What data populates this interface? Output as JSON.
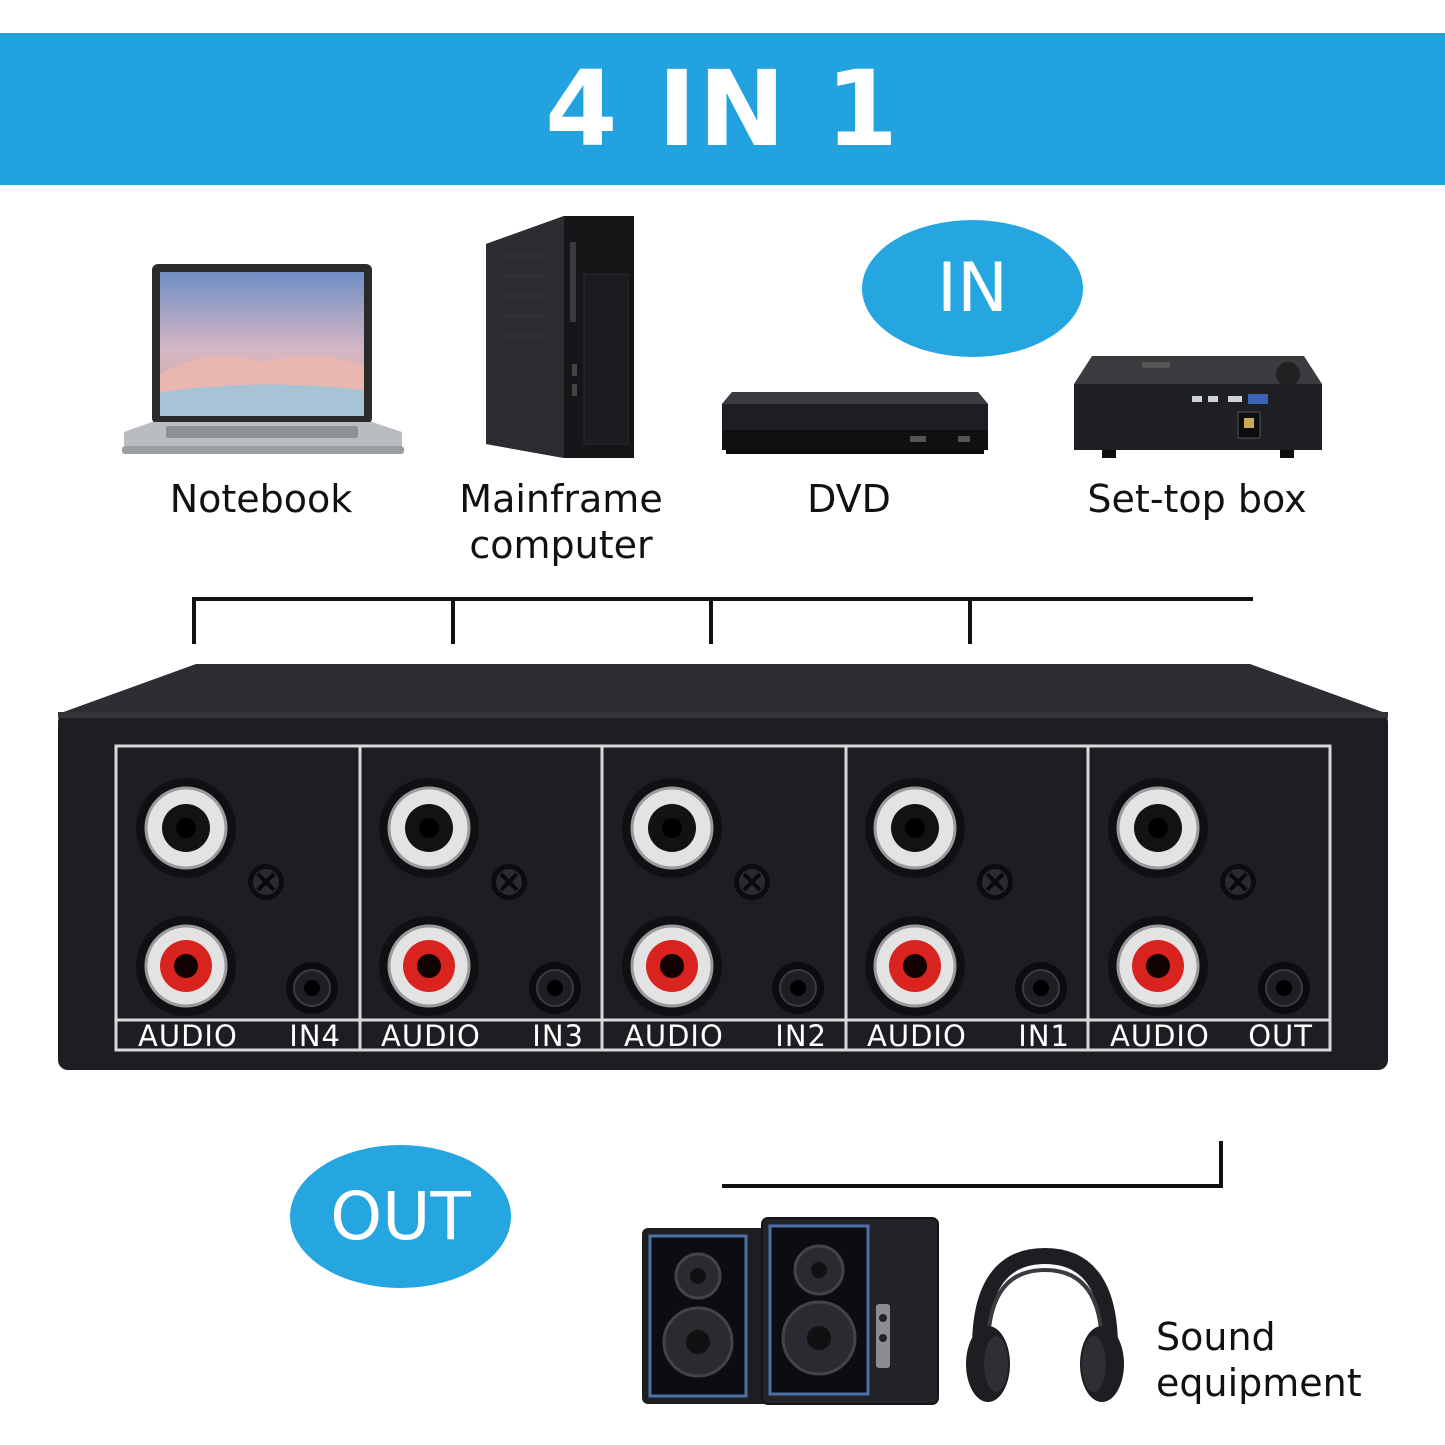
{
  "banner": {
    "title": "4 IN 1"
  },
  "in_badge": {
    "label": "IN"
  },
  "out_badge": {
    "label": "OUT"
  },
  "inputs": [
    {
      "label": "Notebook"
    },
    {
      "label": "Mainframe\ncomputer"
    },
    {
      "label": "DVD"
    },
    {
      "label": "Set-top box"
    }
  ],
  "switch_panel": {
    "ports": [
      {
        "left": "AUDIO",
        "right": "IN4"
      },
      {
        "left": "AUDIO",
        "right": "IN3"
      },
      {
        "left": "AUDIO",
        "right": "IN2"
      },
      {
        "left": "AUDIO",
        "right": "IN1"
      },
      {
        "left": "AUDIO",
        "right": "OUT"
      }
    ]
  },
  "output": {
    "label": "Sound\nequipment"
  },
  "colors": {
    "accent": "#22a3df",
    "device": "#1b1d21",
    "rca_white": "#e6e6e6",
    "rca_red": "#d8231f"
  }
}
